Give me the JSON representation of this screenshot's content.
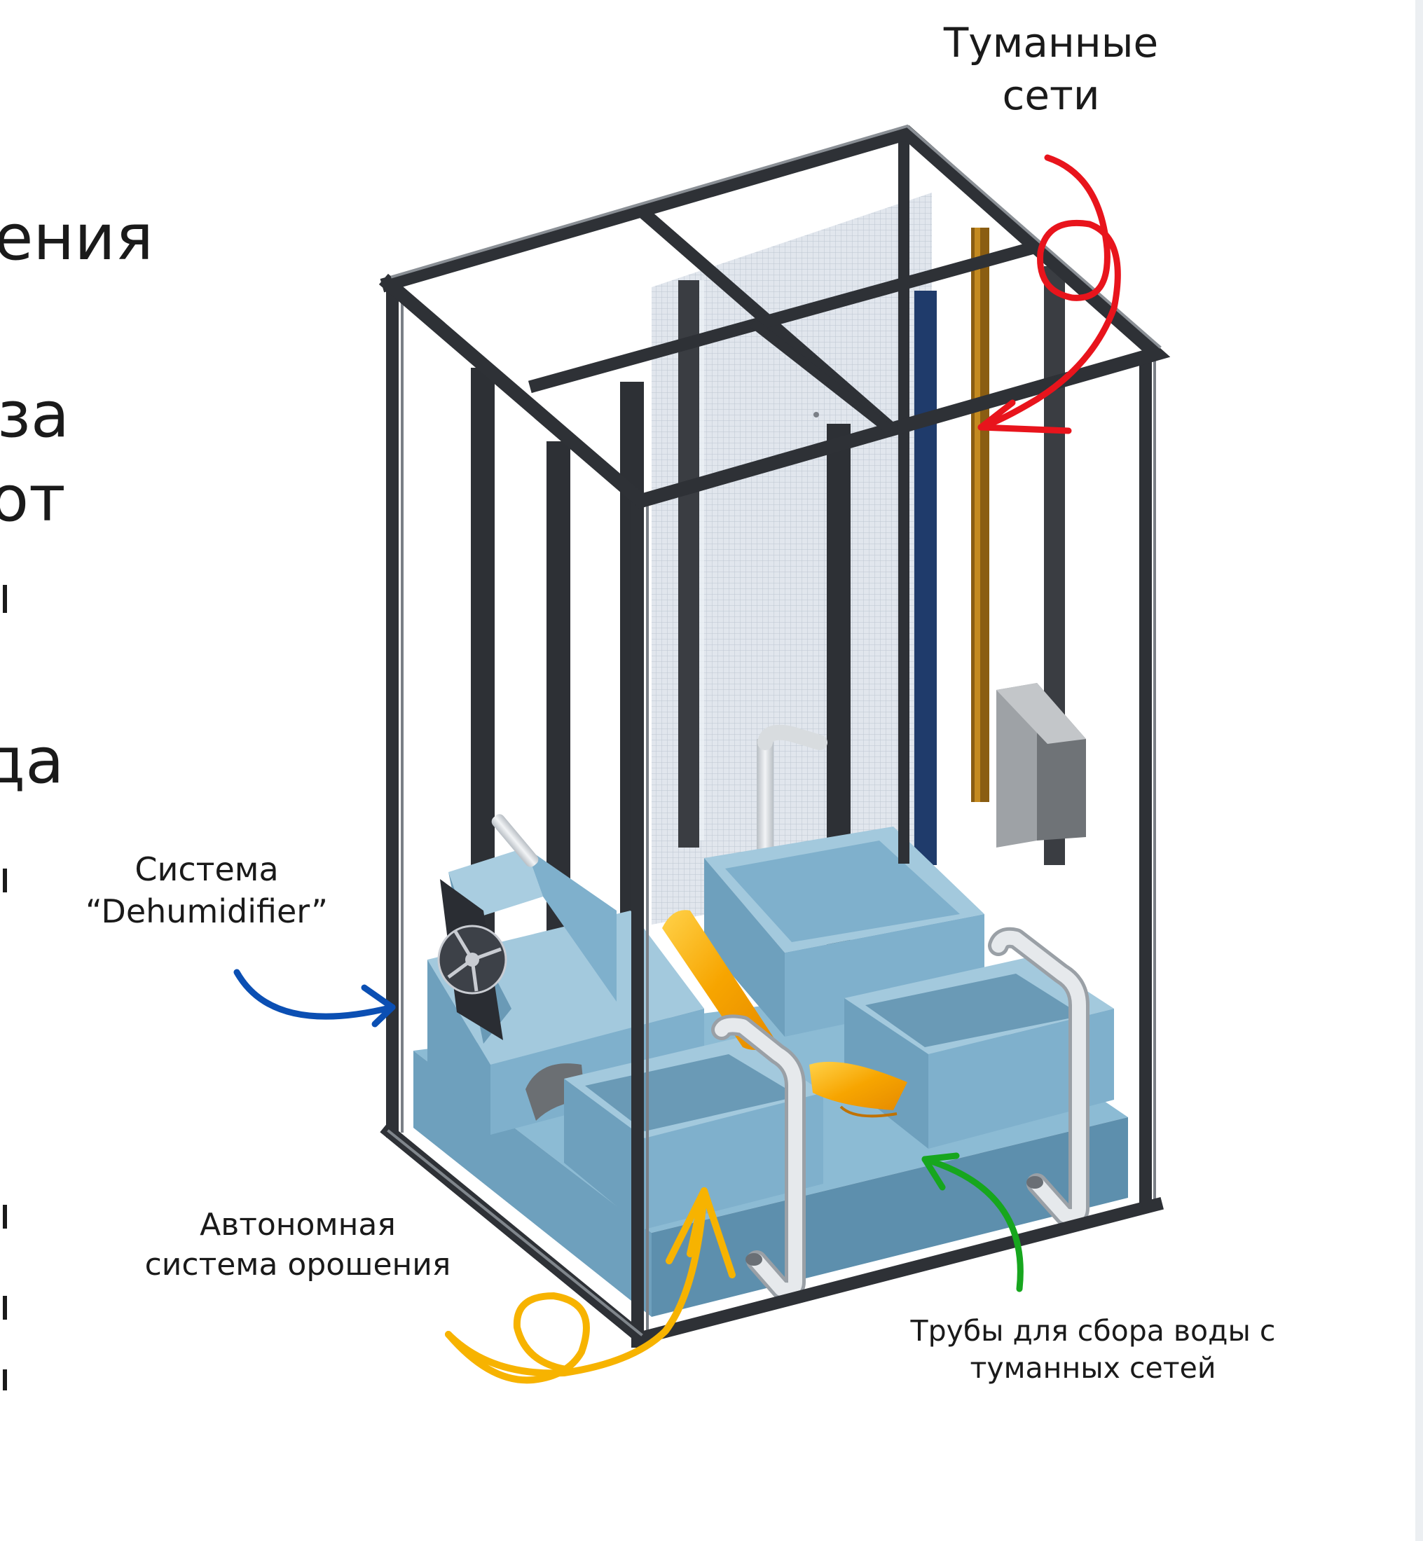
{
  "left_clipped_text": [
    "ения",
    "за",
    "от",
    "да"
  ],
  "labels": {
    "fog_nets": [
      "Туманные",
      "сети"
    ],
    "dehumidifier": [
      "Система",
      "“Dehumidifier”"
    ],
    "irrigation": [
      "Автономная",
      "система орошения"
    ],
    "pipes": [
      "Трубы для сбора воды с",
      "туманных сетей"
    ]
  },
  "icons": {
    "fog_nets_arrow": "curly-arrow-icon",
    "dehumidifier_arrow": "curved-arrow-icon",
    "irrigation_arrow": "looped-arrow-icon",
    "pipes_arrow": "curved-arrow-icon",
    "fan": "fan-icon"
  },
  "colors": {
    "fog_nets_arrow": "#e8141c",
    "dehumidifier_arrow": "#0b4fb3",
    "irrigation_arrow": "#f7b300",
    "pipes_arrow": "#17a61e",
    "frame": "#3a3d42",
    "tank": "#7fb0cc",
    "tank_dark": "#5f93b1",
    "mesh": "#d6dde6",
    "gutter": "#f5a400",
    "pipe": "#d9dde1"
  }
}
